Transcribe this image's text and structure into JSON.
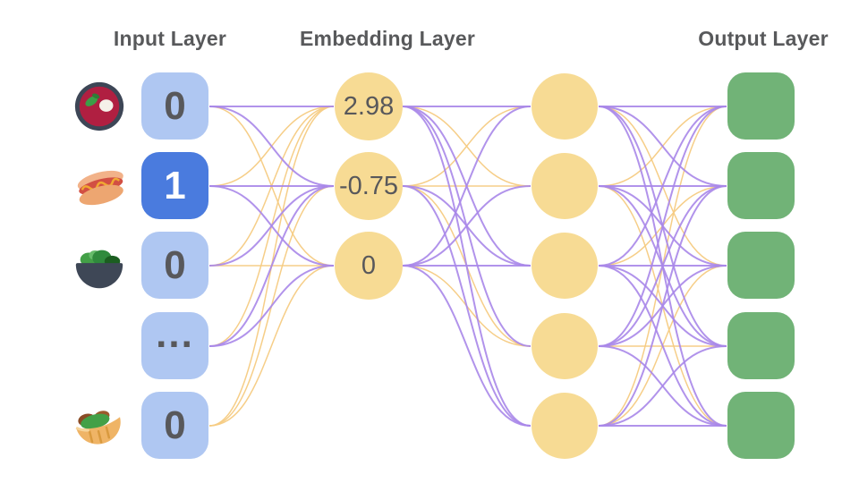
{
  "titles": {
    "input": "Input Layer",
    "embedding": "Embedding Layer",
    "output": "Output Layer"
  },
  "input_layer": {
    "nodes": [
      {
        "label": "0",
        "active": false,
        "icon": "borscht-soup-emoji"
      },
      {
        "label": "1",
        "active": true,
        "icon": "hot-dog-emoji"
      },
      {
        "label": "0",
        "active": false,
        "icon": "green-salad-emoji"
      },
      {
        "label": "...",
        "active": false,
        "icon": null
      },
      {
        "label": "0",
        "active": false,
        "icon": "stuffed-flatbread-emoji"
      }
    ]
  },
  "embedding_layer": {
    "nodes": [
      {
        "label": "2.98"
      },
      {
        "label": "-0.75"
      },
      {
        "label": "0"
      }
    ],
    "hidden_node_count": 5
  },
  "output_layer": {
    "node_count": 5
  },
  "colors": {
    "node_blue": "#AFC7F2",
    "node_blue_active": "#4A7BDE",
    "node_yellow": "#F7DB94",
    "node_green": "#71B377",
    "edge_purple": "#A987E9",
    "edge_yellow": "#F5CB82",
    "text_dark": "#58585B",
    "title_gray": "#58595B",
    "text_on_active": "#FFFFFF"
  },
  "edges": {
    "input_to_embedding": [
      [
        "p",
        "p",
        "y"
      ],
      [
        "y",
        "p",
        "p"
      ],
      [
        "y",
        "p",
        "y"
      ],
      [
        "y",
        "p",
        "p"
      ],
      [
        "y",
        "y",
        "y"
      ]
    ],
    "embedding_to_hidden": [
      [
        "p",
        "y",
        "p",
        "p",
        "p"
      ],
      [
        "y",
        "y",
        "p",
        "y",
        "p"
      ],
      [
        "p",
        "p",
        "p",
        "y",
        "p"
      ]
    ],
    "hidden_to_output": [
      [
        "p",
        "p",
        "y",
        "p",
        "p"
      ],
      [
        "y",
        "p",
        "p",
        "p",
        "y"
      ],
      [
        "p",
        "y",
        "p",
        "p",
        "p"
      ],
      [
        "p",
        "p",
        "p",
        "y",
        "p"
      ],
      [
        "y",
        "p",
        "y",
        "p",
        "p"
      ]
    ]
  }
}
